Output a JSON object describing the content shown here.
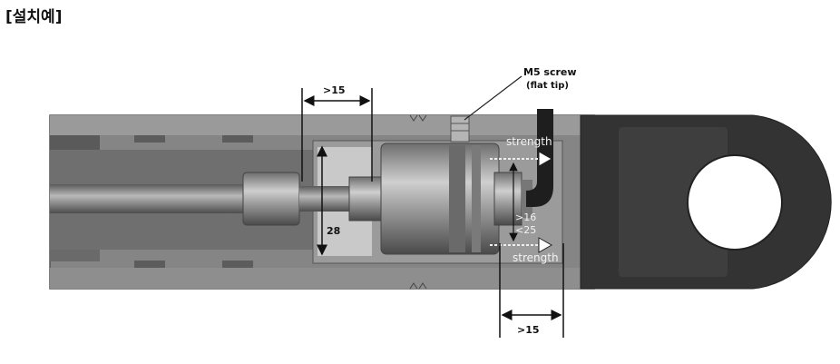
{
  "title": "[설치예]",
  "labels": {
    "top_dim": ">15",
    "bottom_dim": ">15",
    "bore_dim": "28",
    "screw_line1": "M5 screw",
    "screw_line2": "(flat tip)",
    "strength_top": "strength",
    "strength_bottom": "strength",
    "range_min": ">16",
    "range_max": "<25"
  },
  "colors": {
    "housing": "#8c8c8c",
    "housing_dark": "#5e5e5e",
    "eye": "#3a3a3a",
    "piston": "#a8a8a8"
  }
}
